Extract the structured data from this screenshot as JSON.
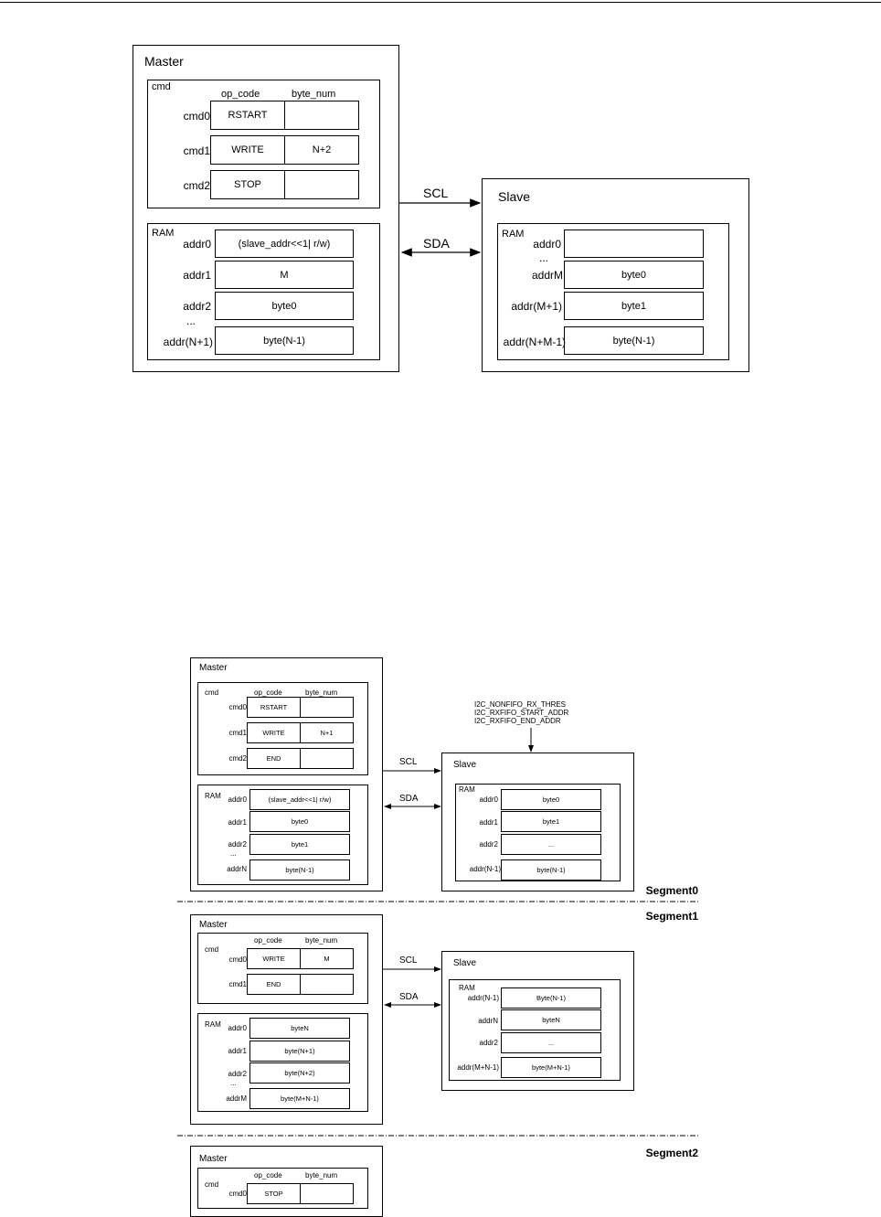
{
  "fig1": {
    "master": {
      "title": "Master",
      "cmd": {
        "label": "cmd",
        "col_op": "op_code",
        "col_num": "byte_num",
        "rows": [
          {
            "name": "cmd0",
            "op": "RSTART",
            "num": ""
          },
          {
            "name": "cmd1",
            "op": "WRITE",
            "num": "N+2"
          },
          {
            "name": "cmd2",
            "op": "STOP",
            "num": ""
          }
        ]
      },
      "ram": {
        "label": "RAM",
        "rows": [
          {
            "addr": "addr0",
            "val": "(slave_addr<<1| r/w)"
          },
          {
            "addr": "addr1",
            "val": "M"
          },
          {
            "addr": "addr2",
            "val": "byte0"
          },
          {
            "addr": "addr(N+1)",
            "val": "byte(N-1)"
          }
        ],
        "dots": "..."
      }
    },
    "scl": "SCL",
    "sda": "SDA",
    "slave": {
      "title": "Slave",
      "ram": {
        "label": "RAM",
        "rows": [
          {
            "addr": "addr0",
            "val": ""
          },
          {
            "addr": "addrM",
            "val": "byte0"
          },
          {
            "addr": "addr(M+1)",
            "val": "byte1"
          },
          {
            "addr": "addr(N+M-1)",
            "val": "byte(N-1)"
          }
        ],
        "dots": "..."
      }
    }
  },
  "fig2": {
    "seg0": {
      "label": "Segment0",
      "master": {
        "title": "Master",
        "cmd": {
          "label": "cmd",
          "col_op": "op_code",
          "col_num": "byte_num",
          "rows": [
            {
              "name": "cmd0",
              "op": "RSTART",
              "num": ""
            },
            {
              "name": "cmd1",
              "op": "WRITE",
              "num": "N+1"
            },
            {
              "name": "cmd2",
              "op": "END",
              "num": ""
            }
          ]
        },
        "ram": {
          "label": "RAM",
          "rows": [
            {
              "addr": "addr0",
              "val": "(slave_addr<<1| r/w)"
            },
            {
              "addr": "addr1",
              "val": "byte0"
            },
            {
              "addr": "addr2",
              "val": "byte1"
            },
            {
              "addr": "addrN",
              "val": "byte(N-1)"
            }
          ],
          "dots": "..."
        }
      },
      "scl": "SCL",
      "sda": "SDA",
      "registers": [
        "I2C_NONFIFO_RX_THRES",
        "I2C_RXFIFO_START_ADDR",
        "I2C_RXFIFO_END_ADDR"
      ],
      "slave": {
        "title": "Slave",
        "ram": {
          "label": "RAM",
          "rows": [
            {
              "addr": "addr0",
              "val": "byte0"
            },
            {
              "addr": "addr1",
              "val": "byte1"
            },
            {
              "addr": "addr2",
              "val": "..."
            },
            {
              "addr": "addr(N-1)",
              "val": "byte(N-1)"
            }
          ]
        }
      }
    },
    "seg1": {
      "label": "Segment1",
      "master": {
        "title": "Master",
        "cmd": {
          "label": "cmd",
          "col_op": "op_code",
          "col_num": "byte_num",
          "rows": [
            {
              "name": "cmd0",
              "op": "WRITE",
              "num": "M"
            },
            {
              "name": "cmd1",
              "op": "END",
              "num": ""
            }
          ]
        },
        "ram": {
          "label": "RAM",
          "rows": [
            {
              "addr": "addr0",
              "val": "byteN"
            },
            {
              "addr": "addr1",
              "val": "byte(N+1)"
            },
            {
              "addr": "addr2",
              "val": "byte(N+2)"
            },
            {
              "addr": "addrM",
              "val": "byte(M+N-1)"
            }
          ],
          "dots": "..."
        }
      },
      "scl": "SCL",
      "sda": "SDA",
      "slave": {
        "title": "Slave",
        "ram": {
          "label": "RAM",
          "rows": [
            {
              "addr": "addr(N-1)",
              "val": "Byte(N-1)"
            },
            {
              "addr": "addrN",
              "val": "byteN"
            },
            {
              "addr": "addr2",
              "val": "..."
            },
            {
              "addr": "addr(M+N-1)",
              "val": "byte(M+N-1)"
            }
          ]
        }
      }
    },
    "seg2": {
      "label": "Segment2",
      "master": {
        "title": "Master",
        "cmd": {
          "label": "cmd",
          "col_op": "op_code",
          "col_num": "byte_num",
          "rows": [
            {
              "name": "cmd0",
              "op": "STOP",
              "num": ""
            }
          ]
        }
      }
    }
  }
}
